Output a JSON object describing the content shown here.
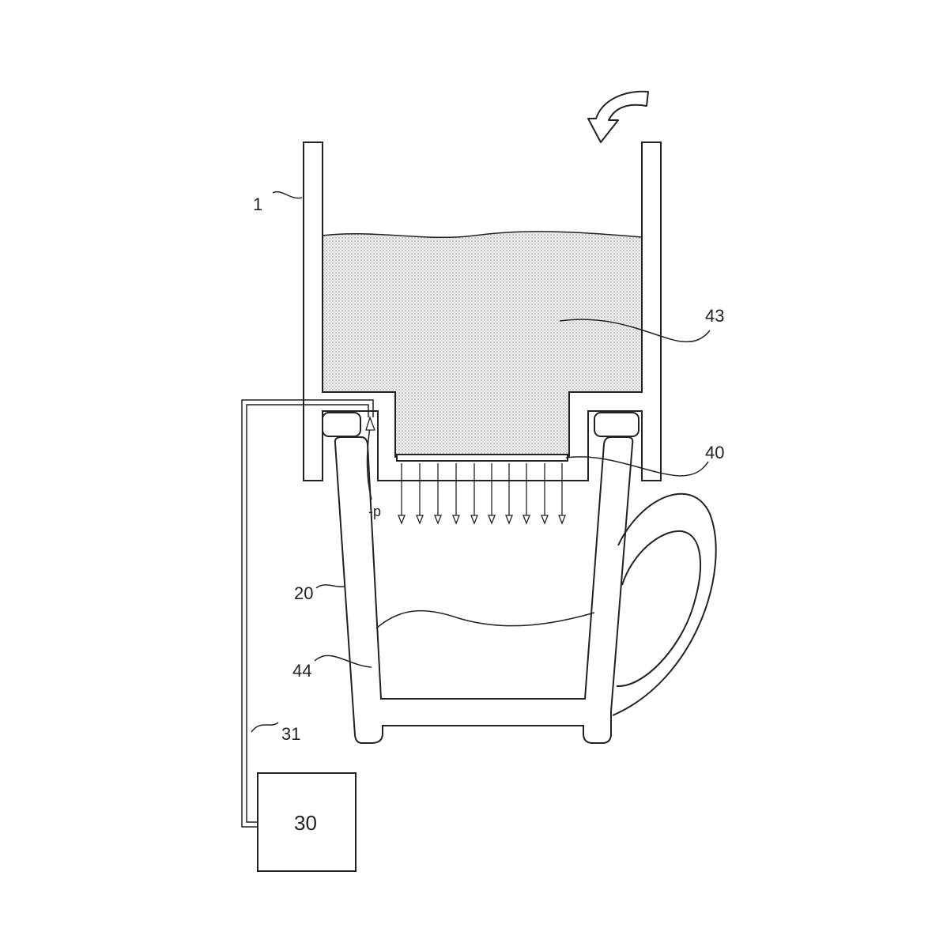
{
  "labels": {
    "container": "1",
    "material": "43",
    "filter": "40",
    "cup": "20",
    "liquid": "44",
    "tube": "31",
    "pump": "30",
    "pressure": "-p"
  },
  "colors": {
    "line": "#222222",
    "fill": "#e6e6e6",
    "background": "#ffffff"
  },
  "icons": {
    "rotation": "curved-arrow-icon",
    "flow": "down-arrow-icon"
  }
}
